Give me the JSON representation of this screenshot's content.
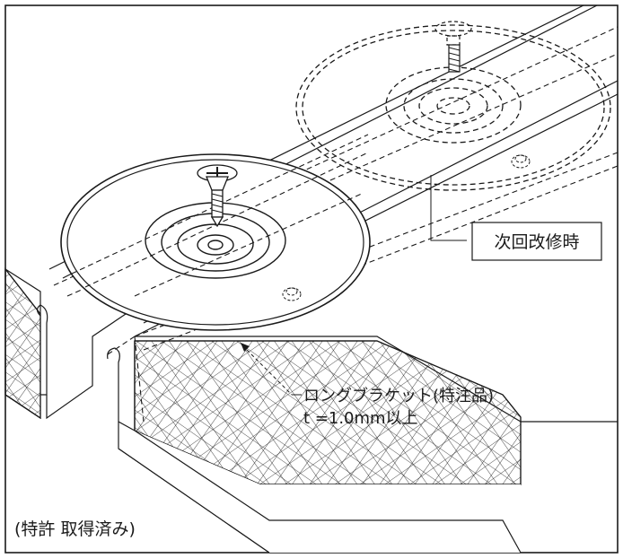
{
  "labels": {
    "next_repair": "次回改修時",
    "bracket_name": "ロングブラケット(特注品)",
    "bracket_thickness": "t =1.0mm以上",
    "patent": "(特許 取得済み)"
  },
  "colors": {
    "line": "#1a1a1a",
    "background": "#ffffff"
  }
}
